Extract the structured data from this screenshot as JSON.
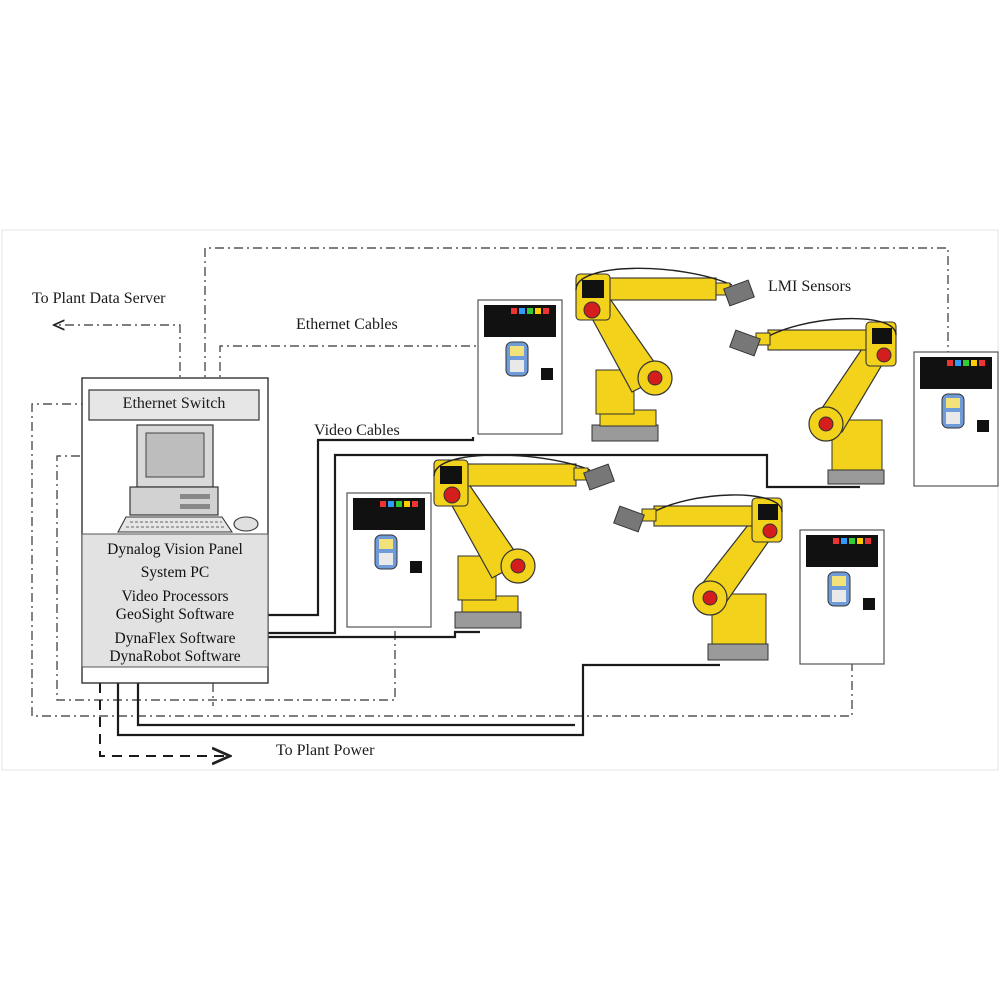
{
  "labels": {
    "plant_data_server": "To Plant Data Server",
    "ethernet_cables": "Ethernet Cables",
    "video_cables": "Video Cables",
    "lmi_sensors": "LMI Sensors",
    "plant_power": "To Plant Power",
    "ethernet_switch": "Ethernet Switch"
  },
  "system_panel": {
    "lines": [
      "Dynalog Vision Panel",
      "System PC",
      "Video Processors",
      "GeoSight Software",
      "DynaFlex Software",
      "DynaRobot Software"
    ]
  },
  "colors": {
    "robot_yellow": "#f2d21a",
    "robot_red": "#d41d1d",
    "line": "#222222",
    "cabinet": "#ffffff",
    "panel_gray": "#e2e2e2"
  },
  "icons": [
    "robot-arm-icon",
    "controller-cabinet-icon",
    "teach-pendant-icon",
    "lmi-sensor-icon",
    "computer-icon"
  ]
}
